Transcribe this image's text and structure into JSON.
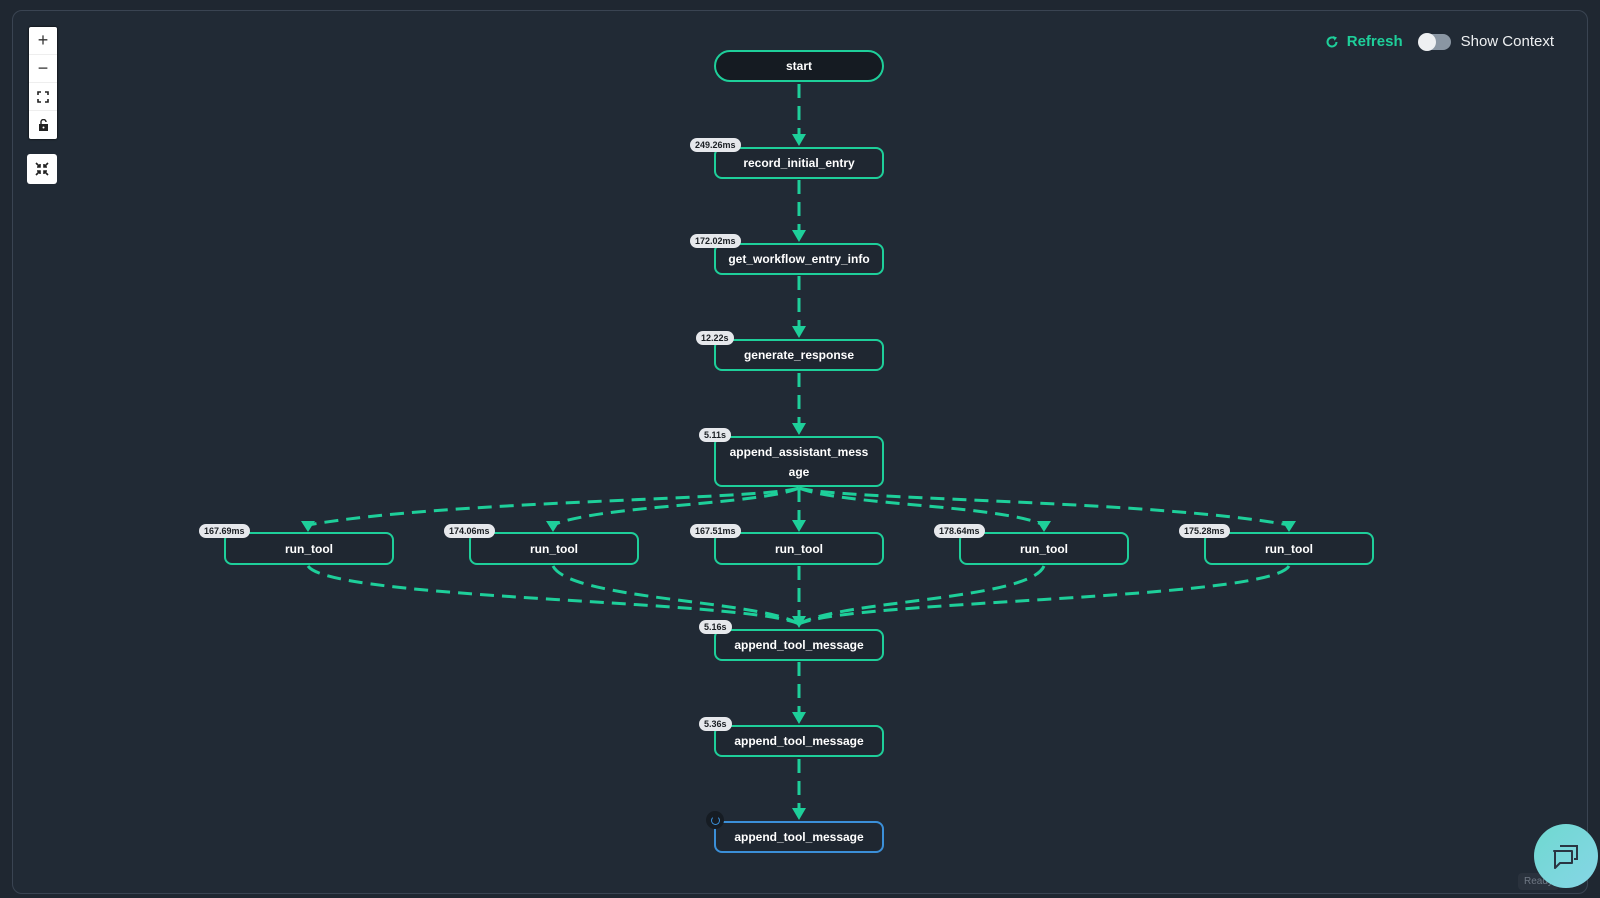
{
  "toolbar": {
    "refresh_label": "Refresh",
    "show_context_label": "Show Context",
    "show_context_on": false
  },
  "controls": {
    "zoom_in": "+",
    "zoom_out": "−"
  },
  "nodes": [
    {
      "label": "start",
      "duration": null
    },
    {
      "label": "record_initial_entry",
      "duration": "249.26ms"
    },
    {
      "label": "get_workflow_entry_info",
      "duration": "172.02ms"
    },
    {
      "label": "generate_response",
      "duration": "12.22s"
    },
    {
      "label": "append_assistant_message",
      "duration": "5.11s"
    },
    {
      "label": "run_tool",
      "duration": "167.69ms"
    },
    {
      "label": "run_tool",
      "duration": "174.06ms"
    },
    {
      "label": "run_tool",
      "duration": "167.51ms"
    },
    {
      "label": "run_tool",
      "duration": "178.64ms"
    },
    {
      "label": "run_tool",
      "duration": "175.28ms"
    },
    {
      "label": "append_tool_message",
      "duration": "5.16s"
    },
    {
      "label": "append_tool_message",
      "duration": "5.36s"
    },
    {
      "label": "append_tool_message",
      "duration": null,
      "status": "running"
    }
  ],
  "footer": {
    "ready_label": "Ready"
  },
  "colors": {
    "edge": "#1ecf9a",
    "running": "#3b8fd8",
    "background": "#212a35"
  }
}
